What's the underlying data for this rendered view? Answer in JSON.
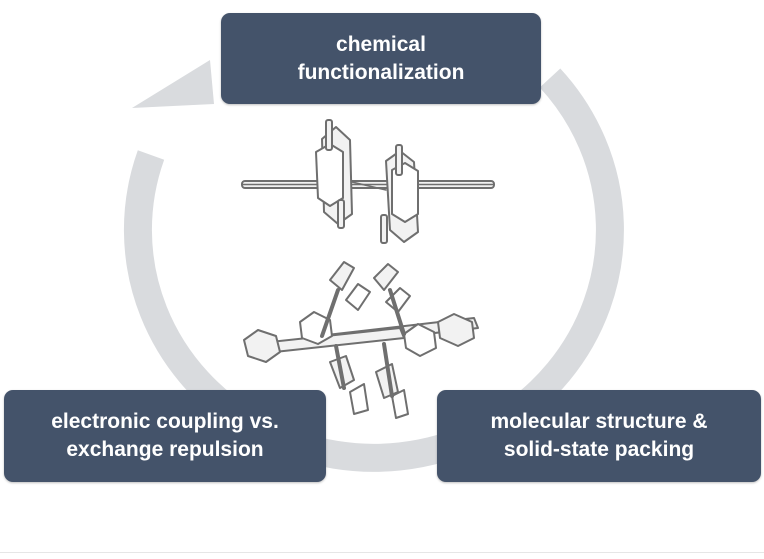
{
  "colors": {
    "box_fill": "#44536a",
    "box_text": "#ffffff",
    "cycle_arrow": "#d9dbde",
    "molecule_stroke": "#6f6f6f",
    "molecule_fill": "#f2f2f2"
  },
  "boxes": {
    "top": {
      "line1": "chemical",
      "line2": "functionalization"
    },
    "left": {
      "line1": "electronic coupling vs.",
      "line2": "exchange repulsion"
    },
    "right": {
      "line1": "molecular structure &",
      "line2": "solid-state packing"
    }
  },
  "icons": {
    "cycle": "circular-arrow",
    "molecule_top": "stacked-molecular-dimer",
    "molecule_bottom": "herringbone-molecular-packing"
  }
}
